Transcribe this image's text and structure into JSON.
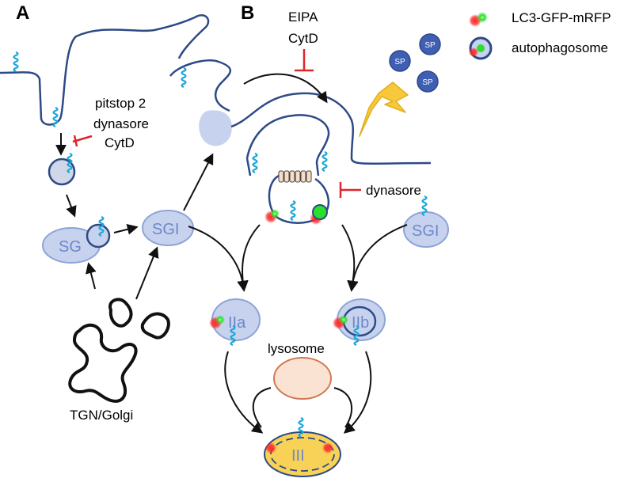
{
  "panels": {
    "a": "A",
    "b": "B"
  },
  "labels": {
    "inhibitors_endocytosis": [
      "pitstop 2",
      "dynasore",
      "CytD"
    ],
    "inhibitors_macropinocytosis": [
      "EIPA",
      "CytD"
    ],
    "inhibitor_fission": "dynasore",
    "golgi": "TGN/Golgi",
    "lysosome": "lysosome"
  },
  "vesicles": {
    "sg": "SG",
    "sgi_left": "SGI",
    "sgi_right": "SGI",
    "iia": "IIa",
    "iib": "IIb",
    "iii": "III"
  },
  "sp_particles": [
    "SP",
    "SP",
    "SP"
  ],
  "legend": {
    "items": [
      {
        "label": "LC3-GFP-mRFP",
        "icon": "lc3-reporter-icon"
      },
      {
        "label": "autophagosome",
        "icon": "autophagosome-icon"
      }
    ]
  },
  "colors": {
    "membrane": "#2e4a86",
    "receptor": "#1aa7d8",
    "vesicle_fill": "#c7d3ee",
    "vesicle_stroke": "#8ea4d6",
    "vesicle_text": "#6f87c8",
    "inhibitor": "#e0242a",
    "sp_fill": "#3e5fb3",
    "lightning": "#f6c83a",
    "lysosome_fill": "#fbe3d3",
    "lysosome_stroke": "#d07a55",
    "iii_fill": "#f7d257",
    "gfp": "#29e02b",
    "mrfp": "#ff2a2a"
  }
}
